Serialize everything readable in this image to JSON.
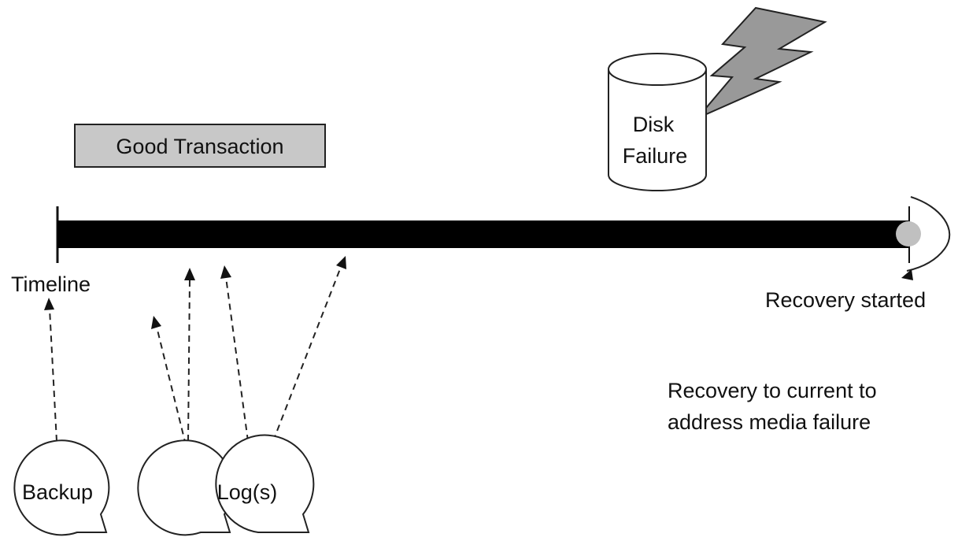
{
  "labels": {
    "good_transaction": "Good Transaction",
    "disk_line1": "Disk",
    "disk_line2": "Failure",
    "timeline": "Timeline",
    "recovery_started": "Recovery started",
    "recovery_note_line1": "Recovery to current to",
    "recovery_note_line2": "address media failure",
    "backup": "Backup",
    "logs": "Log(s)"
  },
  "colors": {
    "timeline_bar": "#000000",
    "transaction_box": "#c8c8c8",
    "lightning": "#999999",
    "recovery_marker": "#c0c0c0"
  },
  "icons": [
    "disk-cylinder-icon",
    "lightning-bolt-icon",
    "tape-reel-icon"
  ]
}
